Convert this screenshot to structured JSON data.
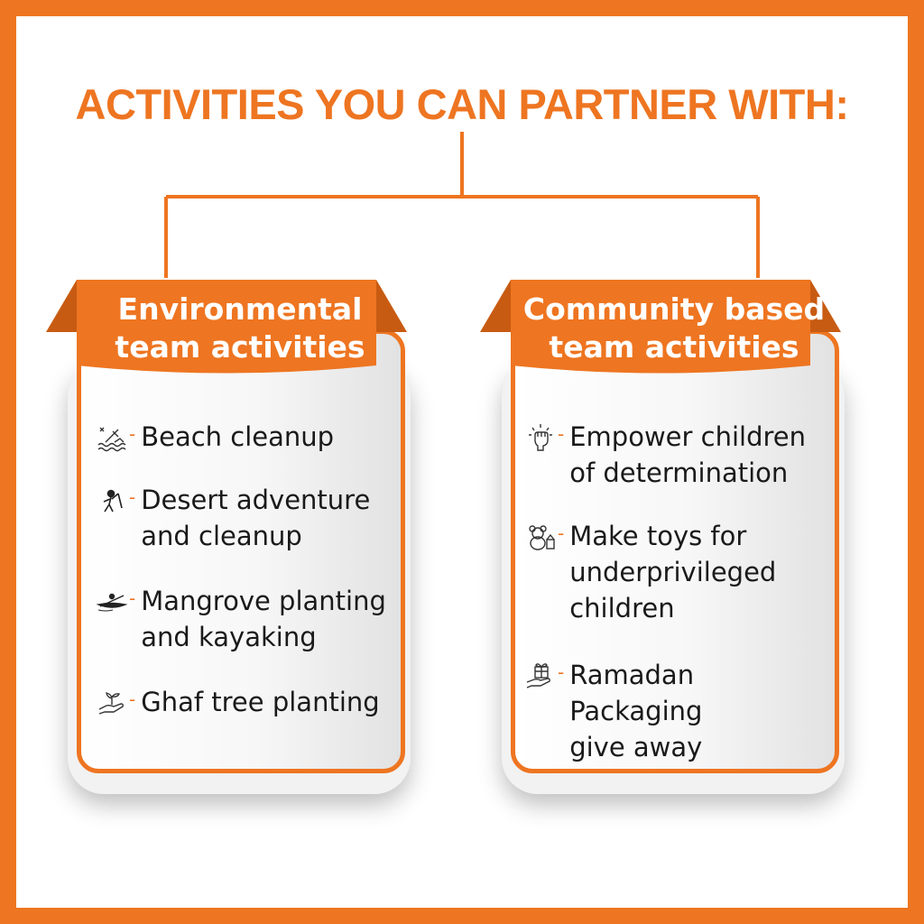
{
  "title": "ACTIVITIES YOU CAN PARTNER WITH:",
  "colors": {
    "accent": "#EE7521",
    "text": "#1a1a1a",
    "background": "#ffffff"
  },
  "cards": [
    {
      "heading_line1": "Environmental",
      "heading_line2": "team activities",
      "items": [
        {
          "icon": "beach-cleanup-icon",
          "lines": [
            "Beach cleanup"
          ]
        },
        {
          "icon": "desert-cleanup-icon",
          "lines": [
            "Desert adventure",
            "and cleanup"
          ]
        },
        {
          "icon": "kayak-icon",
          "lines": [
            "Mangrove planting",
            "and kayaking"
          ]
        },
        {
          "icon": "plant-in-hand-icon",
          "lines": [
            "Ghaf tree planting"
          ]
        }
      ]
    },
    {
      "heading_line1": "Community based",
      "heading_line2": "team activities",
      "items": [
        {
          "icon": "raised-fist-icon",
          "lines": [
            "Empower children",
            "of determination"
          ]
        },
        {
          "icon": "toys-icon",
          "lines": [
            "Make toys for",
            "underprivileged",
            "children"
          ]
        },
        {
          "icon": "gift-in-hand-icon",
          "lines": [
            "Ramadan Packaging",
            "give away"
          ]
        }
      ]
    }
  ]
}
